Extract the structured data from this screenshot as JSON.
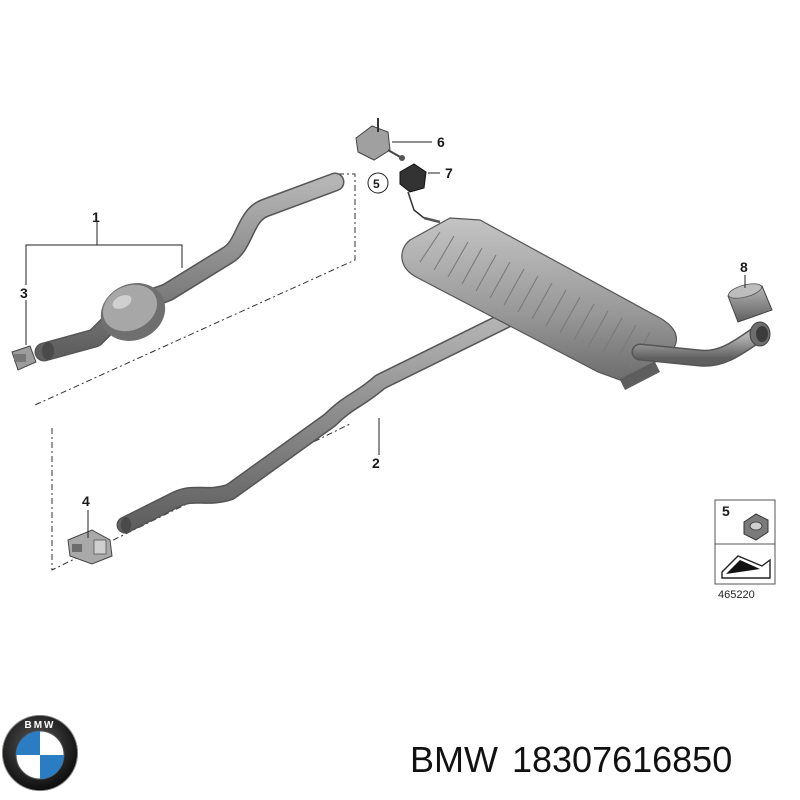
{
  "callouts": {
    "c1": "1",
    "c2": "2",
    "c3": "3",
    "c4": "4",
    "c5_circle": "5",
    "c6": "6",
    "c7": "7",
    "c8": "8",
    "c5_legend": "5"
  },
  "reference_number": "465220",
  "caption": {
    "brand": "BMW",
    "part_number": "18307616850"
  },
  "logo": {
    "letters": "BMW",
    "colors": {
      "blue": "#2a7dc3",
      "white": "#ffffff",
      "ring": "#1a1a1a"
    }
  },
  "part_color": "#8e8e8e"
}
